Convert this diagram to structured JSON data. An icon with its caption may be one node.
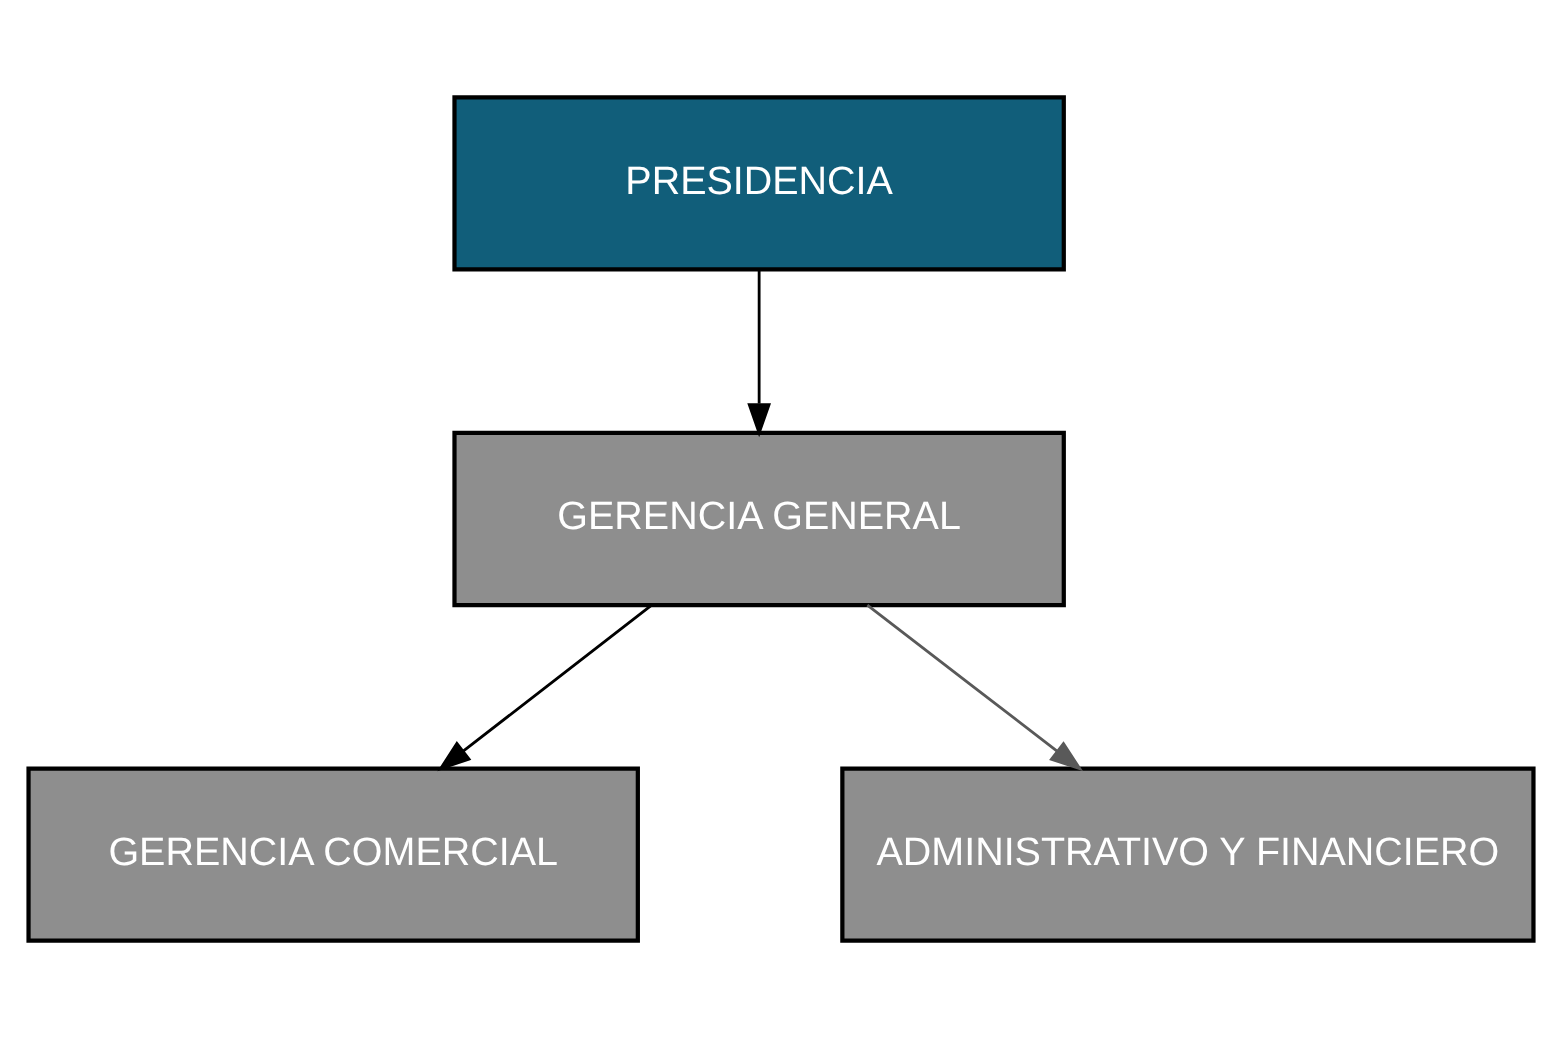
{
  "diagram": {
    "nodes": [
      {
        "text": [
          "PRESIDENCIA"
        ]
      },
      {
        "text": [
          "GERENCIA GENERAL"
        ]
      },
      {
        "text": [
          "ADMINISTRATIVO Y FINANCIERO"
        ]
      },
      {
        "text": [
          "GERENCIA COMERCIAL"
        ]
      }
    ],
    "edges": [
      {
        "from": 0,
        "to": 1,
        "arrow": "to"
      },
      {
        "from": 1,
        "to": 2,
        "arrow": "to",
        "color": "#595959"
      },
      {
        "from": 1,
        "to": 3,
        "arrow": "to"
      }
    ]
  }
}
